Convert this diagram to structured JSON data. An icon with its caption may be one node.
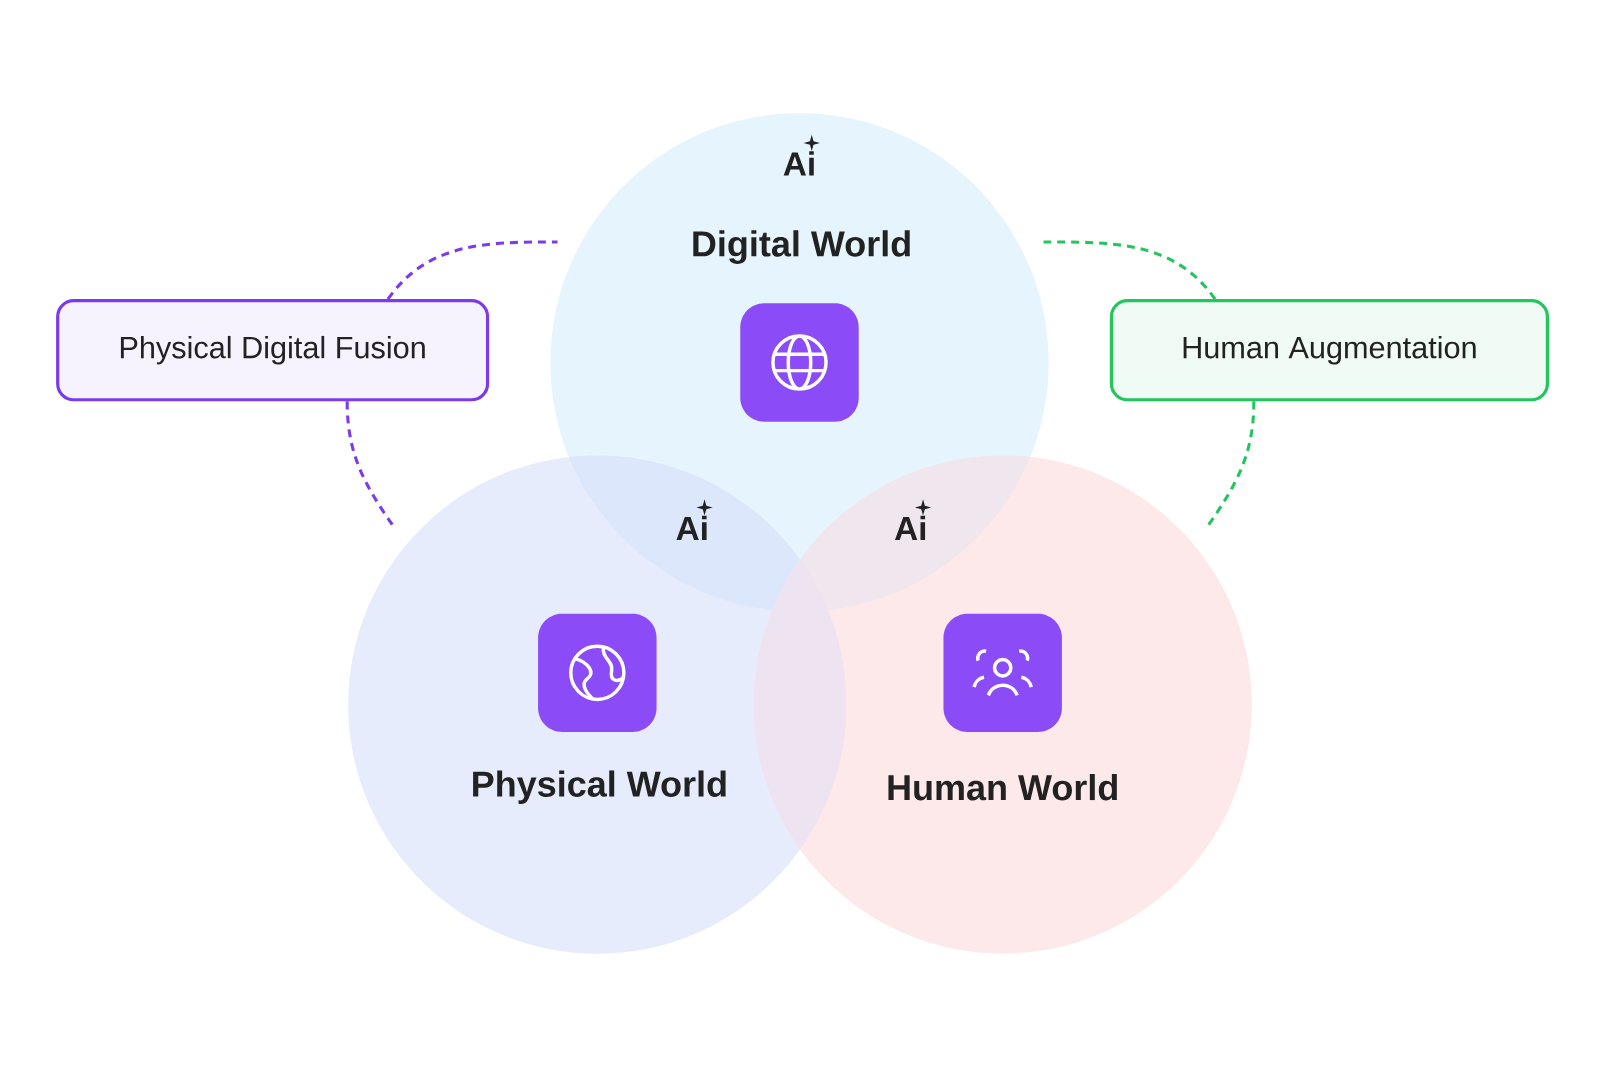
{
  "diagram": {
    "nodes": [
      {
        "text": [
          "Ai",
          "Digital World"
        ]
      },
      {
        "text": [
          "Physical Digital Fusion"
        ]
      },
      {
        "text": [
          "Human Augmentation"
        ]
      },
      {
        "text": [
          "Physical World"
        ]
      },
      {
        "text": [
          "Human World"
        ]
      }
    ],
    "edges": [
      {
        "from": 1,
        "to": 0,
        "arrow": "none",
        "style": "dashed",
        "color": "#7c3aed"
      },
      {
        "from": 1,
        "to": 3,
        "arrow": "none",
        "style": "dashed",
        "color": "#7c3aed"
      },
      {
        "from": 2,
        "to": 0,
        "arrow": "none",
        "style": "dashed",
        "color": "#22c55e"
      },
      {
        "from": 2,
        "to": 4,
        "arrow": "none",
        "style": "dashed",
        "color": "#22c55e"
      }
    ],
    "labels": [
      "Ai",
      "Ai"
    ]
  }
}
